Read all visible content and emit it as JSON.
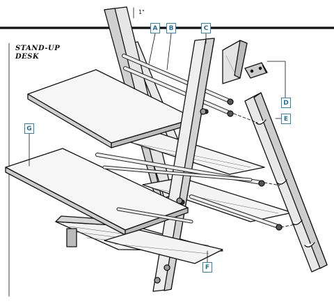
{
  "title": {
    "line1": "STAND-UP",
    "line2": "DESK"
  },
  "dimension_label": "1\"",
  "callouts": [
    "A",
    "B",
    "C",
    "D",
    "E",
    "F",
    "G"
  ],
  "accent_color": "#2e84b8"
}
